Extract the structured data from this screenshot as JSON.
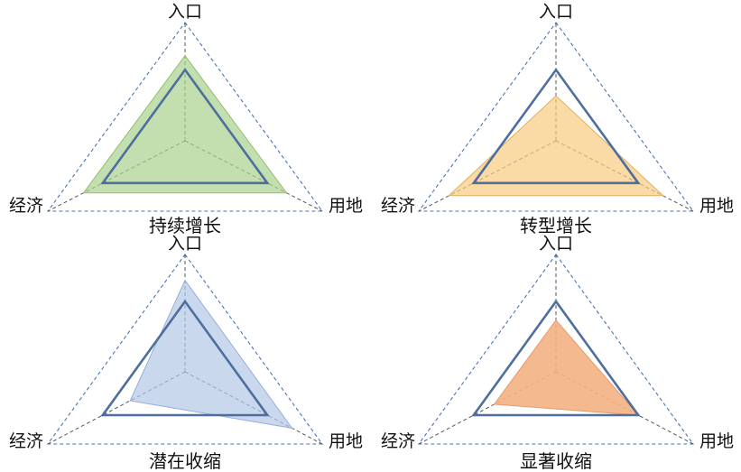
{
  "chart_data": [
    {
      "type": "radar",
      "title": "持续增长",
      "axes": [
        "入口",
        "用地",
        "经济"
      ],
      "range": [
        0,
        1
      ],
      "colors": {
        "fill": "#a9d18e",
        "fill_opacity": 0.7,
        "fill_stroke": "#8fbf6d",
        "reference_stroke": "#4e6e9e"
      },
      "series": [
        {
          "values": [
            0.72,
            0.74,
            0.74
          ]
        },
        {
          "values": [
            0.6,
            0.6,
            0.6
          ]
        }
      ]
    },
    {
      "type": "radar",
      "title": "转型增长",
      "axes": [
        "入口",
        "用地",
        "经济"
      ],
      "range": [
        0,
        1
      ],
      "colors": {
        "fill": "#f8cb7f",
        "fill_opacity": 0.7,
        "fill_stroke": "#e0b060",
        "reference_stroke": "#4e6e9e"
      },
      "series": [
        {
          "values": [
            0.38,
            0.78,
            0.78
          ]
        },
        {
          "values": [
            0.6,
            0.6,
            0.6
          ]
        }
      ]
    },
    {
      "type": "radar",
      "title": "潜在收缩",
      "axes": [
        "入口",
        "用地",
        "经济"
      ],
      "range": [
        0,
        1
      ],
      "colors": {
        "fill": "#b4c7e7",
        "fill_opacity": 0.7,
        "fill_stroke": "#97aedb",
        "reference_stroke": "#4e6e9e"
      },
      "series": [
        {
          "values": [
            0.78,
            0.78,
            0.4
          ]
        },
        {
          "values": [
            0.6,
            0.6,
            0.6
          ]
        }
      ]
    },
    {
      "type": "radar",
      "title": "显著收缩",
      "axes": [
        "入口",
        "用地",
        "经济"
      ],
      "range": [
        0,
        1
      ],
      "colors": {
        "fill": "#f4b183",
        "fill_opacity": 0.9,
        "fill_stroke": "#e49a6a",
        "reference_stroke": "#4e6e9e"
      },
      "series": [
        {
          "values": [
            0.44,
            0.6,
            0.45
          ]
        },
        {
          "values": [
            0.6,
            0.6,
            0.6
          ]
        }
      ]
    }
  ]
}
